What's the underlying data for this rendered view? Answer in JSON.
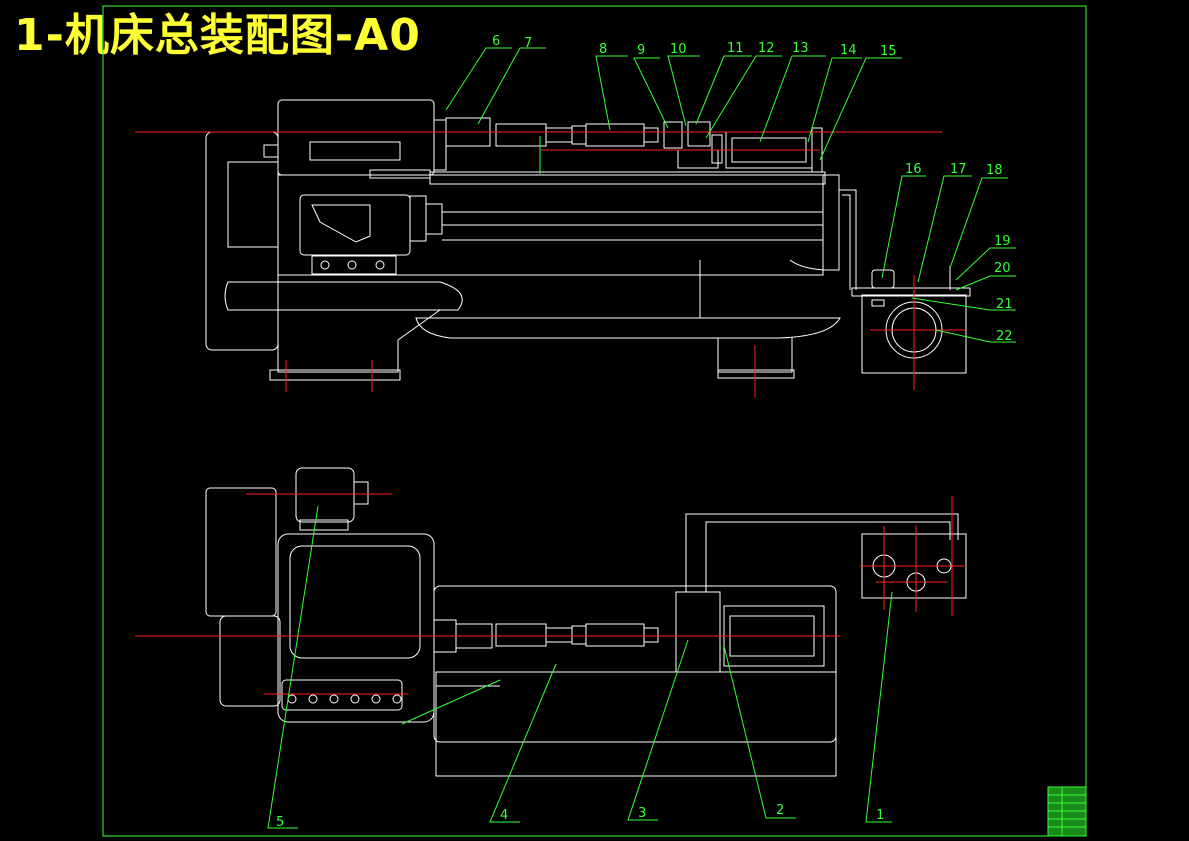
{
  "title": "1-机床总装配图-A0",
  "balloons_top": [
    "6",
    "7",
    "8",
    "9",
    "10",
    "11",
    "12",
    "13",
    "14",
    "15",
    "16",
    "17",
    "18",
    "19",
    "20",
    "21",
    "22"
  ],
  "balloons_bottom": [
    "5",
    "4",
    "3",
    "2",
    "1"
  ],
  "colors": {
    "background": "#000000",
    "outline": "#ffffff",
    "leader": "#33ff33",
    "centerline": "#ff2020",
    "title": "#ffff33"
  }
}
